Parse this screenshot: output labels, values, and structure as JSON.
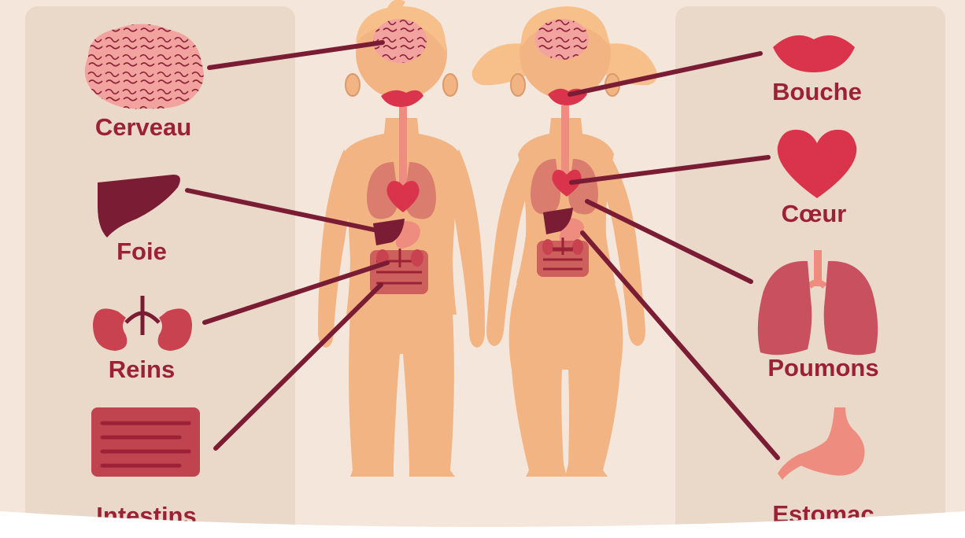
{
  "labels": {
    "cerveau": "Cerveau",
    "foie": "Foie",
    "reins": "Reins",
    "intestins": "Intestins",
    "bouche": "Bouche",
    "coeur": "Cœur",
    "poumons": "Poumons",
    "estomac": "Estomac"
  },
  "colors": {
    "background": "#f4e6da",
    "panel": "#ead8c9",
    "skin": "#f1b482",
    "hair": "#f7c08a",
    "label": "#9b2236",
    "connector": "#7a1c34",
    "brain": "#f2a3a0",
    "liver": "#7a1c34",
    "lungs": "#c9505e",
    "heart": "#d9344b",
    "kidney": "#c9424f",
    "intestine": "#c04450",
    "stomach": "#ef8c80"
  }
}
